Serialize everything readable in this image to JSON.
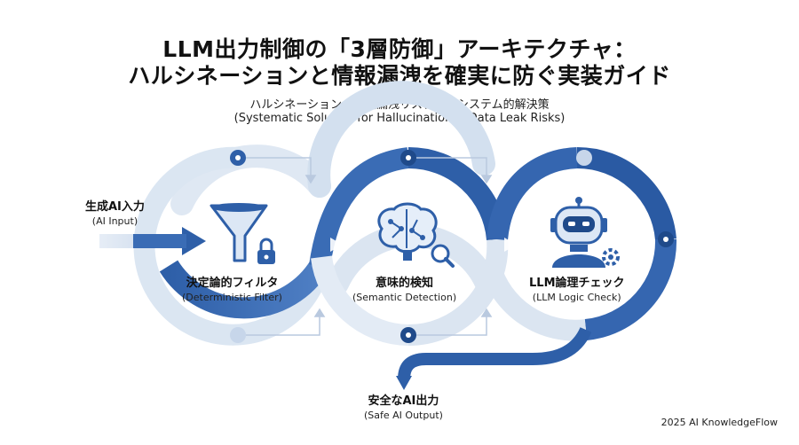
{
  "title": {
    "line1": "LLM出力制御の「3層防御」アーキテクチャ：",
    "line2": "ハルシネーションと情報漏洩を確実に防ぐ実装ガイド"
  },
  "subtitle": {
    "jp": "ハルシネーション＆情報漏洩リスクへのシステム的解決策",
    "en": "(Systematic Solution for Hallucination & Data Leak Risks)"
  },
  "nodes": {
    "input": {
      "jp": "生成AI入力",
      "en": "(AI Input)"
    },
    "filter": {
      "jp": "決定論的フィルタ",
      "en": "(Deterministic Filter)",
      "icon": "funnel-lock-icon"
    },
    "semantic": {
      "jp": "意味的検知",
      "en": "(Semantic Detection)",
      "icon": "brain-magnifier-icon"
    },
    "llm": {
      "jp": "LLM論理チェック",
      "en": "(LLM Logic Check)",
      "icon": "robot-gear-icon"
    },
    "output": {
      "jp": "安全なAI出力",
      "en": "(Safe AI Output)"
    }
  },
  "credit": "2025 AI KnowledgeFlow",
  "colors": {
    "primary": "#2e5fa8",
    "dark": "#1f4a8a",
    "light": "#c7d6ea",
    "faint": "#e3ebf5"
  }
}
